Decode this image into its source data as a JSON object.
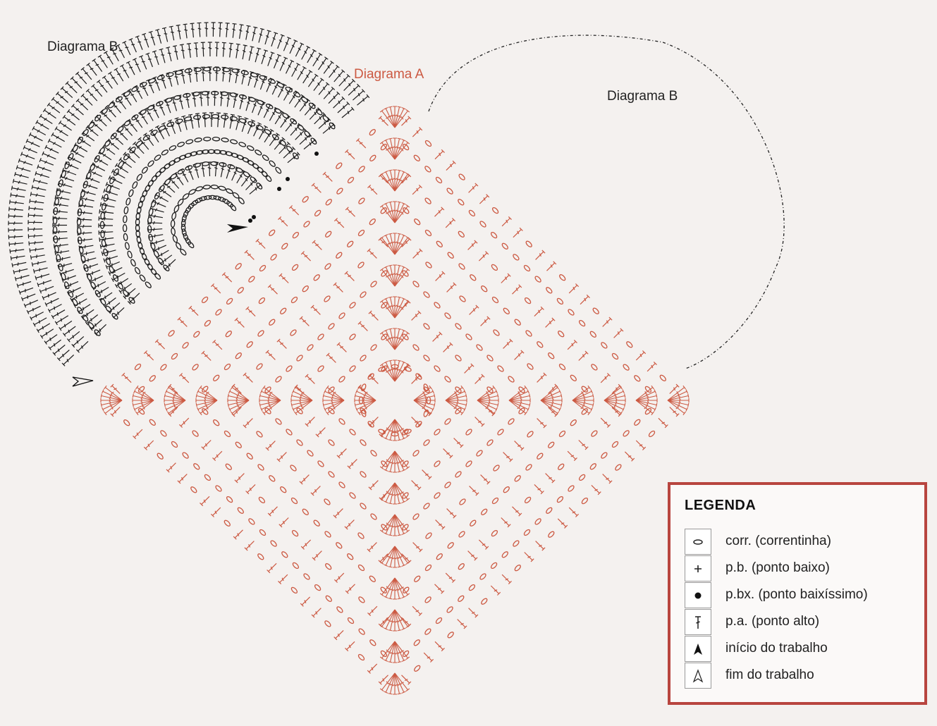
{
  "labels": {
    "diagram_b_left": "Diagrama B",
    "diagram_a": "Diagrama A",
    "diagram_b_right": "Diagrama B"
  },
  "legend": {
    "title": "LEGENDA",
    "items": [
      {
        "symbol": "chain-oval-icon",
        "text": "corr. (correntinha)"
      },
      {
        "symbol": "plus-icon",
        "text": "p.b. (ponto baixo)"
      },
      {
        "symbol": "dot-icon",
        "text": "p.bx. (ponto baixíssimo)"
      },
      {
        "symbol": "tall-stitch-icon",
        "text": "p.a. (ponto alto)"
      },
      {
        "symbol": "start-arrow-icon",
        "text": "início do trabalho"
      },
      {
        "symbol": "end-arrow-icon",
        "text": "fim do trabalho"
      }
    ]
  },
  "colors": {
    "diagram_a": "#cc5a43",
    "diagram_b": "#1d1d1d",
    "legend_border": "#b8453f",
    "background": "#f4f1ef"
  }
}
